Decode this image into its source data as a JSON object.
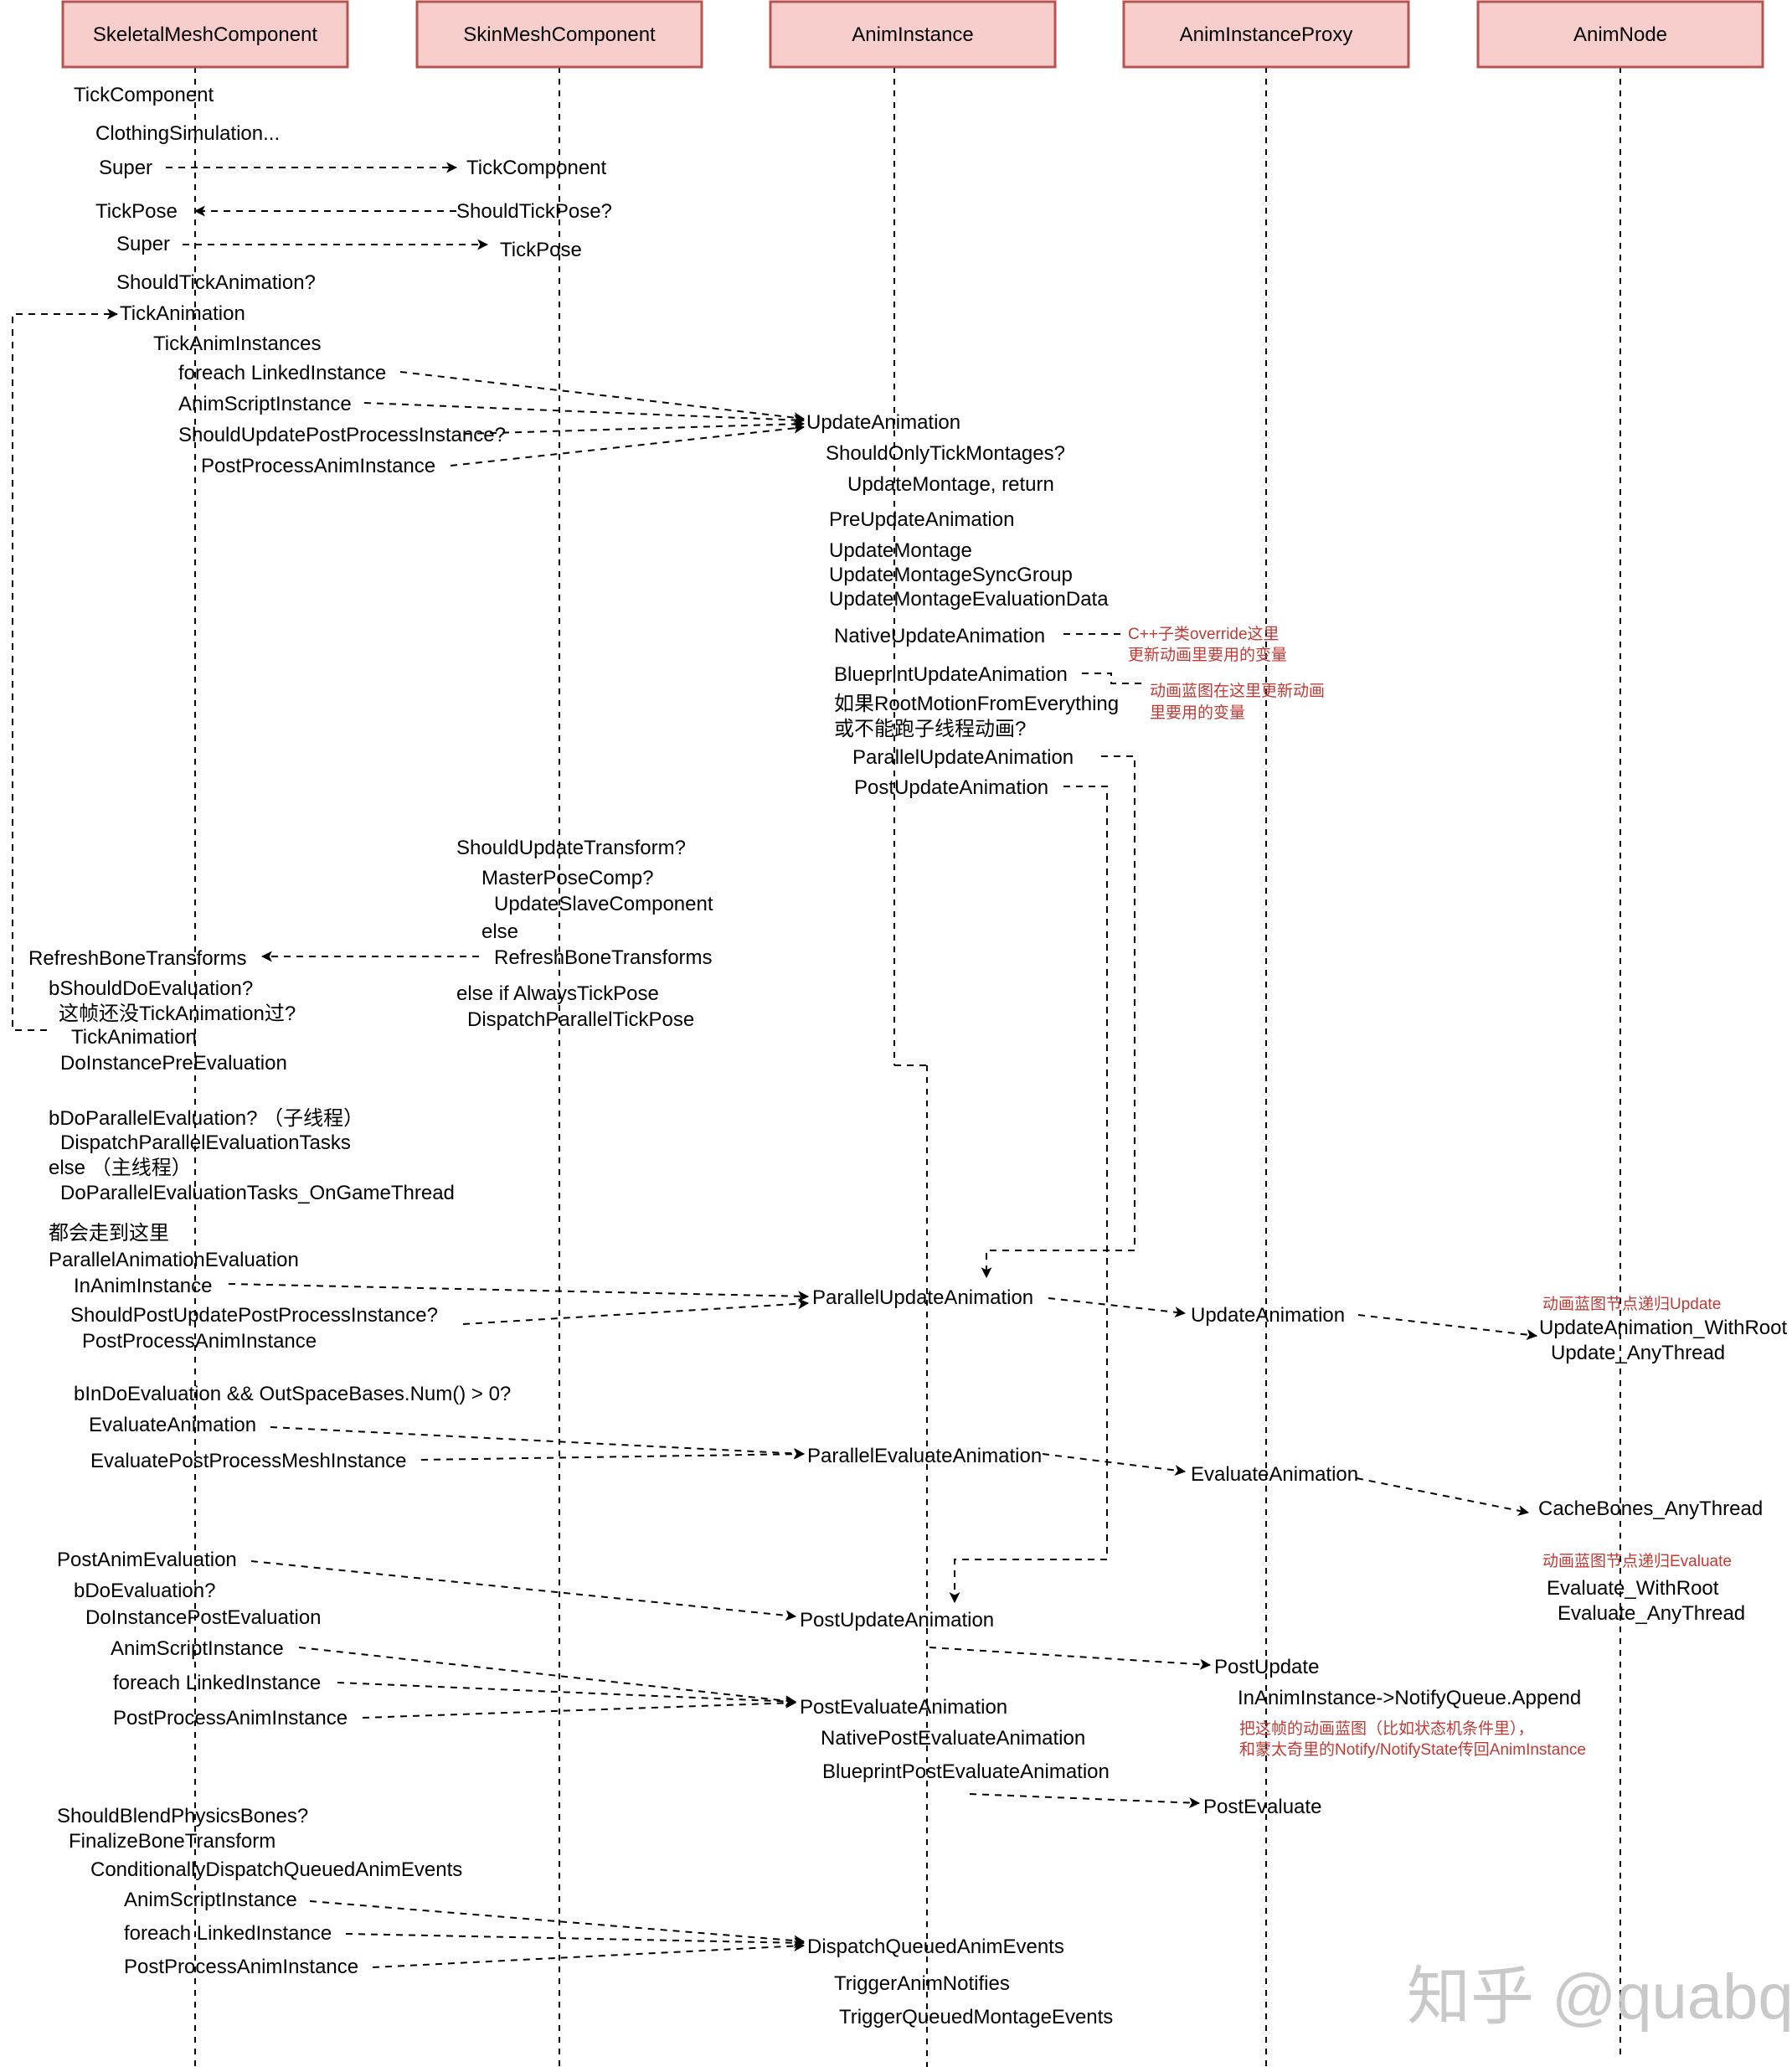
{
  "headers": [
    {
      "id": "skeletal",
      "label": "SkeletalMeshComponent"
    },
    {
      "id": "skin",
      "label": "SkinMeshComponent"
    },
    {
      "id": "animinst",
      "label": "AnimInstance"
    },
    {
      "id": "proxy",
      "label": "AnimInstanceProxy"
    },
    {
      "id": "node",
      "label": "AnimNode"
    }
  ],
  "labels": [
    "TickComponent",
    "ClothingSimulation...",
    "Super",
    "TickComponent",
    "TickPose",
    "ShouldTickPose?",
    "Super",
    "TickPose",
    "ShouldTickAnimation?",
    "TickAnimation",
    "TickAnimInstances",
    "foreach LinkedInstance",
    "AnimScriptInstance",
    "ShouldUpdatePostProcessInstance?",
    "PostProcessAnimInstance",
    "UpdateAnimation",
    "ShouldOnlyTickMontages?",
    "UpdateMontage, return",
    "PreUpdateAnimation",
    "UpdateMontage",
    "UpdateMontageSyncGroup",
    "UpdateMontageEvaluationData",
    "NativeUpdateAnimation",
    "BlueprintUpdateAnimation",
    "如果RootMotionFromEverything",
    "或不能跑子线程动画?",
    "ParallelUpdateAnimation",
    "PostUpdateAnimation",
    "ShouldUpdateTransform?",
    "MasterPoseComp?",
    "UpdateSlaveComponent",
    "else",
    "RefreshBoneTransforms",
    "RefreshBoneTransforms",
    "else if AlwaysTickPose",
    "DispatchParallelTickPose",
    "bShouldDoEvaluation?",
    "这帧还没TickAnimation过?",
    "TickAnimation",
    "DoInstancePreEvaluation",
    "bDoParallelEvaluation? （子线程）",
    "DispatchParallelEvaluationTasks",
    "else （主线程）",
    "DoParallelEvaluationTasks_OnGameThread",
    "都会走到这里",
    "ParallelAnimationEvaluation",
    "InAnimInstance",
    "ShouldPostUpdatePostProcessInstance?",
    "PostProcessAnimInstance",
    "ParallelUpdateAnimation",
    "UpdateAnimation",
    "UpdateAnimation_WithRoot",
    "Update_AnyThread",
    "bInDoEvaluation && OutSpaceBases.Num() > 0?",
    "EvaluateAnimation",
    "EvaluatePostProcessMeshInstance",
    "ParallelEvaluateAnimation",
    "EvaluateAnimation",
    "CacheBones_AnyThread",
    "PostAnimEvaluation",
    "bDoEvaluation?",
    "DoInstancePostEvaluation",
    "PostUpdateAnimation",
    "AnimScriptInstance",
    "foreach LinkedInstance",
    "PostProcessAnimInstance",
    "PostEvaluateAnimation",
    "NativePostEvaluateAnimation",
    "BlueprintPostEvaluateAnimation",
    "PostUpdate",
    "InAnimInstance->NotifyQueue.Append",
    "PostEvaluate",
    "Evaluate_WithRoot",
    "Evaluate_AnyThread",
    "ShouldBlendPhysicsBones?",
    "FinalizeBoneTransform",
    "ConditionallyDispatchQueuedAnimEvents",
    "AnimScriptInstance",
    "foreach LinkedInstance",
    "PostProcessAnimInstance",
    "DispatchQueuedAnimEvents",
    "TriggerAnimNotifies",
    "TriggerQueuedMontageEvents"
  ],
  "notes": [
    "C++子类override这里",
    "更新动画里要用的变量",
    "动画蓝图在这里更新动画",
    "里要用的变量",
    "动画蓝图节点递归Update",
    "动画蓝图节点递归Evaluate",
    "把这帧的动画蓝图（比如状态机条件里），",
    "和蒙太奇里的Notify/NotifyState传回AnimInstance"
  ],
  "watermark": "知乎 @quabqi",
  "colors": {
    "header_fill": "#f8cecc",
    "header_stroke": "#b85450",
    "note_text": "#c33a34"
  }
}
